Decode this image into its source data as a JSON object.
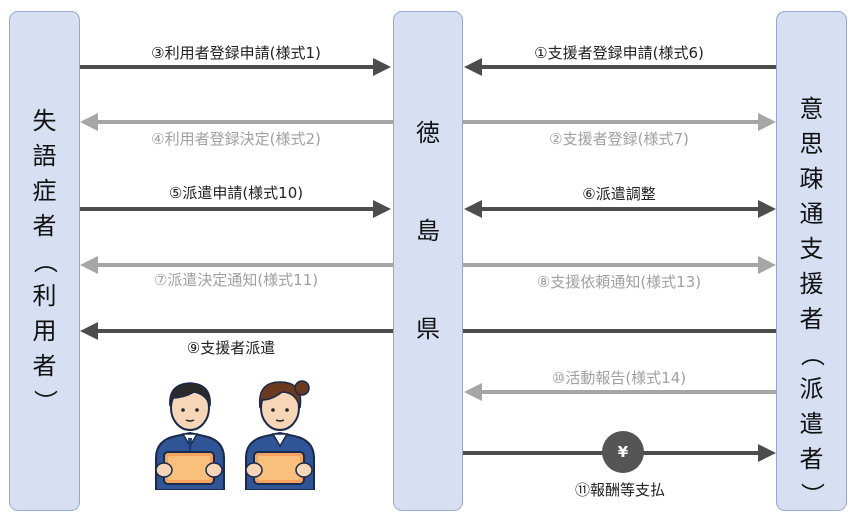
{
  "columns": {
    "left": [
      "失",
      "語",
      "症",
      "者",
      "（",
      "利",
      "用",
      "者",
      "）"
    ],
    "middle": [
      "徳",
      "島",
      "県"
    ],
    "right": [
      "意",
      "思",
      "疎",
      "通",
      "支",
      "援",
      "者",
      "（",
      "派",
      "遣",
      "者",
      "）"
    ]
  },
  "flows": [
    {
      "id": "f3",
      "label": "③利用者登録申請(様式1)",
      "tone": "dark"
    },
    {
      "id": "f1",
      "label": "①支援者登録申請(様式6)",
      "tone": "dark"
    },
    {
      "id": "f4",
      "label": "④利用者登録決定(様式2)",
      "tone": "light"
    },
    {
      "id": "f2",
      "label": "②支援者登録(様式7)",
      "tone": "light"
    },
    {
      "id": "f5",
      "label": "⑤派遣申請(様式10)",
      "tone": "dark"
    },
    {
      "id": "f6",
      "label": "⑥派遣調整",
      "tone": "dark"
    },
    {
      "id": "f7",
      "label": "⑦派遣決定通知(様式11)",
      "tone": "light"
    },
    {
      "id": "f8",
      "label": "⑧支援依頼通知(様式13)",
      "tone": "light"
    },
    {
      "id": "f9",
      "label": "⑨支援者派遣",
      "tone": "dark"
    },
    {
      "id": "f10",
      "label": "⑩活動報告(様式14)",
      "tone": "light"
    },
    {
      "id": "f11",
      "label": "⑪報酬等支払",
      "tone": "dark"
    }
  ],
  "yen_symbol": "¥",
  "colors": {
    "dark_arrow": "#4d4d4d",
    "light_arrow": "#a6a6a6",
    "column_fill": "#d6e0f2",
    "column_border": "#96a9cf"
  }
}
